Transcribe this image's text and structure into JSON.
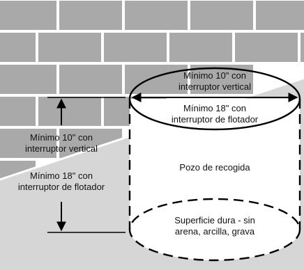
{
  "top_width_label": {
    "line1": "Mínimo 10\" con",
    "line2": "interruptor vertical"
  },
  "top_float_label": {
    "line1": "Mínimo 18\" con",
    "line2": "interruptor de flotador"
  },
  "side_width_label": {
    "line1": "Mínimo 10\" con",
    "line2": "interruptor vertical"
  },
  "side_float_label": {
    "line1": "Mínimo 18\" con",
    "line2": "interruptor de flotador"
  },
  "pit_label": "Pozo de recogida",
  "bottom_label": {
    "line1": "Superficie dura - sin",
    "line2": "arena, arcilla, grava"
  },
  "colors": {
    "wall": "#a9a9a9",
    "floor": "#d6d6d6",
    "outline": "#000000"
  }
}
